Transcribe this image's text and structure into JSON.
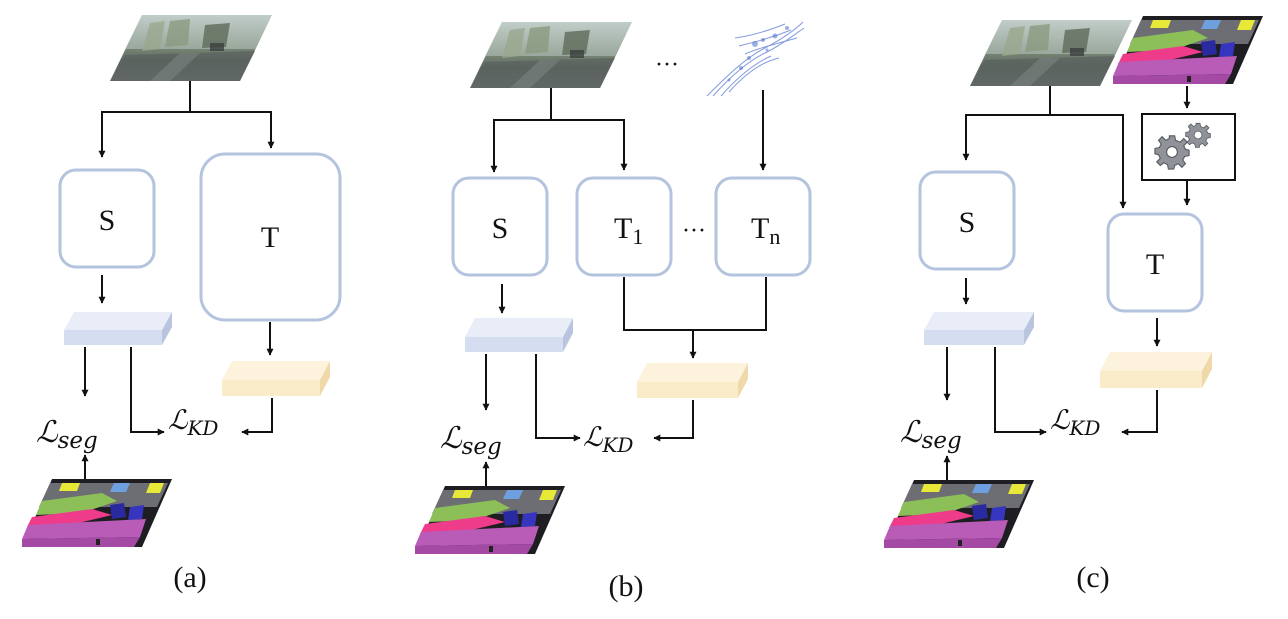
{
  "panels": {
    "a": {
      "caption": "(a)",
      "student_label": "S",
      "teacher_label": "T",
      "loss_seg": {
        "base": "ℒ",
        "sub": "seg"
      },
      "loss_kd": {
        "base": "ℒ",
        "sub": "KD"
      }
    },
    "b": {
      "caption": "(b)",
      "student_label": "S",
      "teacher1": {
        "base": "T",
        "sub": "1"
      },
      "teachern": {
        "base": "T",
        "sub": "n"
      },
      "ellipsis_top": "···",
      "ellipsis_mid": "···",
      "loss_seg": {
        "base": "ℒ",
        "sub": "seg"
      },
      "loss_kd": {
        "base": "ℒ",
        "sub": "KD"
      }
    },
    "c": {
      "caption": "(c)",
      "student_label": "S",
      "teacher_label": "T",
      "loss_seg": {
        "base": "ℒ",
        "sub": "seg"
      },
      "loss_kd": {
        "base": "ℒ",
        "sub": "KD"
      }
    }
  },
  "colors": {
    "student_feature": "#dde4f3",
    "teacher_feature": "#fcefd3",
    "box_border": "#b4c3de",
    "segmap_purple": "#b95cb8"
  },
  "icons": [
    "street-image",
    "segmentation-map",
    "point-cloud",
    "gear-icon"
  ]
}
